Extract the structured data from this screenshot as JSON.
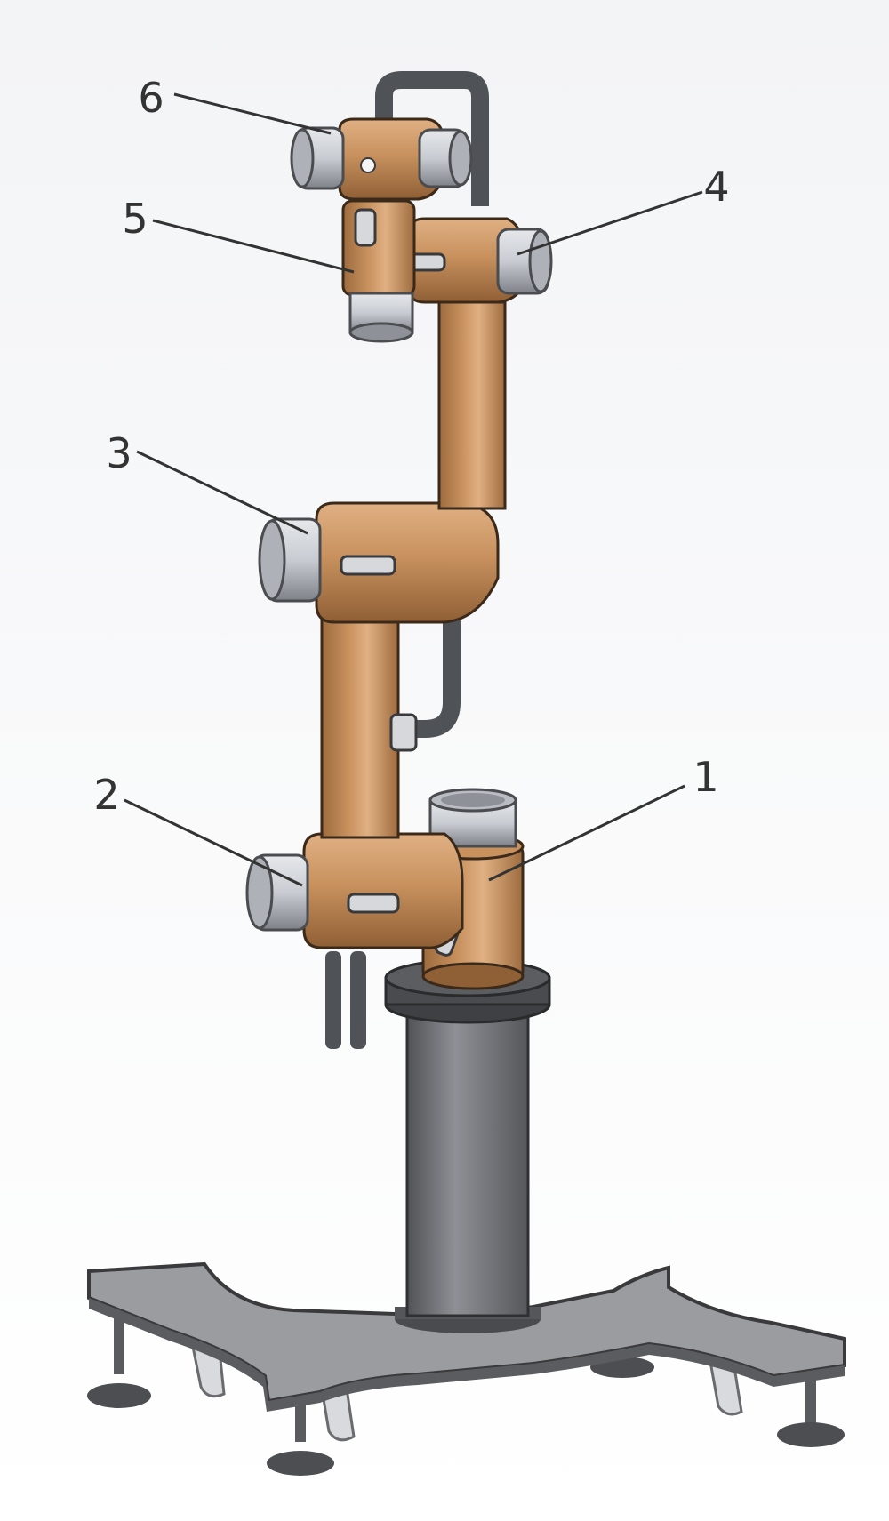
{
  "colors": {
    "background_top": "#f3f4f6",
    "background_bottom": "#ffffff",
    "link_body": "#c8915e",
    "link_shade": "#9d6b3e",
    "link_highlight": "#e0b083",
    "motor_cap": "#c8ccd2",
    "motor_cap_dark": "#7e8288",
    "column": "#6c6e72",
    "column_highlight": "#8e9095",
    "base_plate": "#9b9c9f",
    "base_edge": "#3a3a3c",
    "cable": "#4f5256",
    "callout_line": "#333333"
  },
  "callouts": [
    {
      "id": "joint-1",
      "label": "1"
    },
    {
      "id": "joint-2",
      "label": "2"
    },
    {
      "id": "joint-3",
      "label": "3"
    },
    {
      "id": "joint-4",
      "label": "4"
    },
    {
      "id": "joint-5",
      "label": "5"
    },
    {
      "id": "joint-6",
      "label": "6"
    }
  ]
}
